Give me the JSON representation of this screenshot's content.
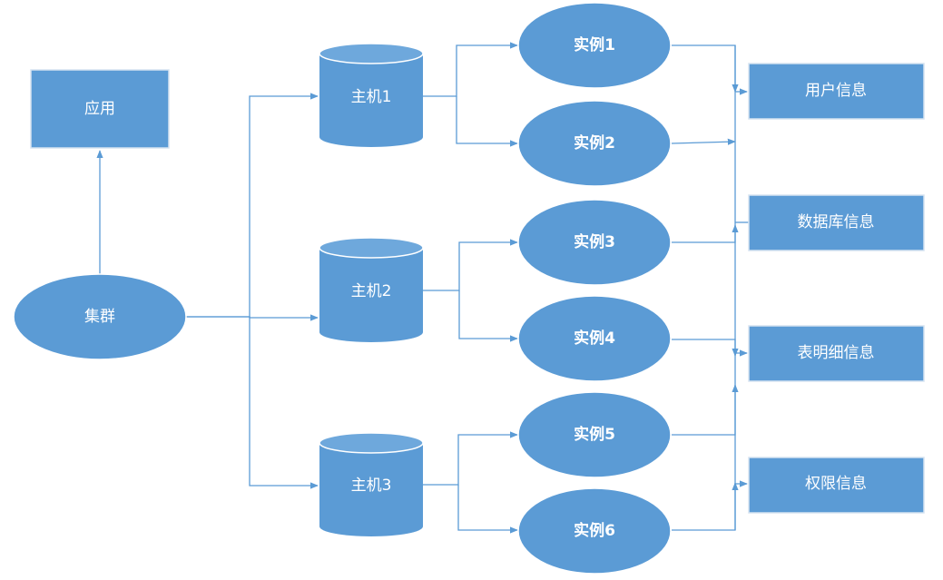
{
  "nodes": {
    "app": "应用",
    "cluster": "集群",
    "hosts": [
      "主机1",
      "主机2",
      "主机3"
    ],
    "instances": [
      "实例1",
      "实例2",
      "实例3",
      "实例4",
      "实例5",
      "实例6"
    ],
    "info": [
      "用户信息",
      "数据库信息",
      "表明细信息",
      "权限信息"
    ]
  },
  "colors": {
    "node_fill": "#5b9bd5",
    "edge": "#5b9bd5",
    "text": "#ffffff"
  }
}
